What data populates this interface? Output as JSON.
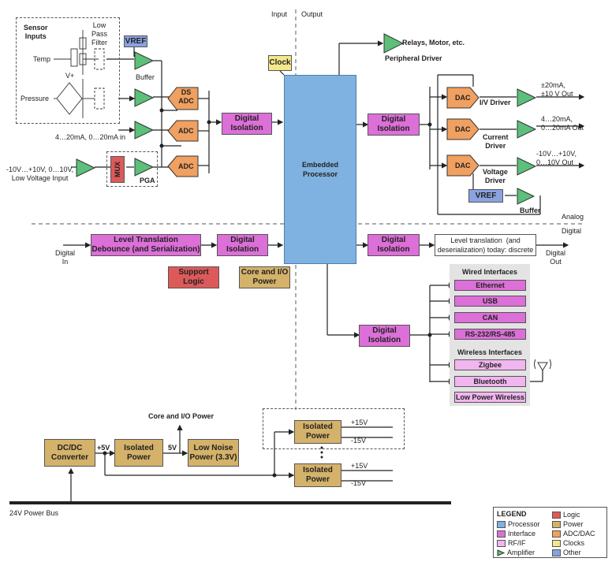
{
  "sections": {
    "input": "Input",
    "output": "Output",
    "analog": "Analog",
    "digital": "Digital"
  },
  "sensor": {
    "title": "Sensor\nInputs",
    "temp": "Temp",
    "pressure": "Pressure",
    "vplus": "V+",
    "lpf": "Low\nPass\nFilter"
  },
  "inputs": {
    "current_in": "4…20mA, 0…20mA in",
    "voltage_in": "-10V…+10V, 0…10V,\nLow Voltage Input",
    "digital_in": "Digital\nIn"
  },
  "blocks": {
    "vref_in": "VREF",
    "buffer": "Buffer",
    "ds_adc": "DS\nADC",
    "adc": "ADC",
    "mux": "MUX",
    "pga": "PGA",
    "clock": "Clock",
    "processor": "Embedded\nProcessor",
    "digital_isolation": "Digital\nIsolation",
    "level_translation": "Level Translation\nDebounce (and Serialization)",
    "support_logic": "Support\nLogic",
    "core_io_power": "Core and I/O\nPower",
    "dac": "DAC",
    "vref_out": "VREF",
    "level_translation_out": "Level translation  (and\ndeserialization) today: discrete"
  },
  "outputs": {
    "relays": "Relays, Motor, etc.",
    "peripheral_driver": "Peripheral Driver",
    "iv_driver": "I/V Driver",
    "current_driver": "Current\nDriver",
    "voltage_driver": "Voltage\nDriver",
    "buffer": "Buffer",
    "out1": "±20mA,\n±10 V Out",
    "out2": "4…20mA,\n0…20mA Out",
    "out3": "-10V…+10V,\n0…10V Out",
    "digital_out": "Digital\nOut"
  },
  "interfaces": {
    "wired_title": "Wired Interfaces",
    "wired": [
      "Ethernet",
      "USB",
      "CAN",
      "RS-232/RS-485"
    ],
    "wireless_title": "Wireless Interfaces",
    "wireless": [
      "Zigbee",
      "Bluetooth",
      "Low Power Wireless"
    ]
  },
  "power": {
    "core_io": "Core and I/O Power",
    "dcdc": "DC/DC\nConverter",
    "plus5v": "+5V",
    "isolated": "Isolated\nPower",
    "v5": "5V",
    "low_noise": "Low Noise\nPower (3.3V)",
    "p15": "+15V",
    "m15": "-15V",
    "bus": "24V Power Bus"
  },
  "legend": {
    "title": "LEGEND",
    "items": [
      {
        "label": "Processor",
        "color": "#7fb2e0"
      },
      {
        "label": "Logic",
        "color": "#dc5a5a"
      },
      {
        "label": "Interface",
        "color": "#dc6fd8"
      },
      {
        "label": "Power",
        "color": "#d4b26a"
      },
      {
        "label": "RF/IF",
        "color": "#f1b5ef"
      },
      {
        "label": "ADC/DAC",
        "color": "#f0a060"
      },
      {
        "label": "Amplifier",
        "color": "#5cbf7a"
      },
      {
        "label": "Clocks",
        "color": "#f5e88a"
      },
      {
        "label": "Other",
        "color": "#8aa2e0"
      }
    ]
  }
}
